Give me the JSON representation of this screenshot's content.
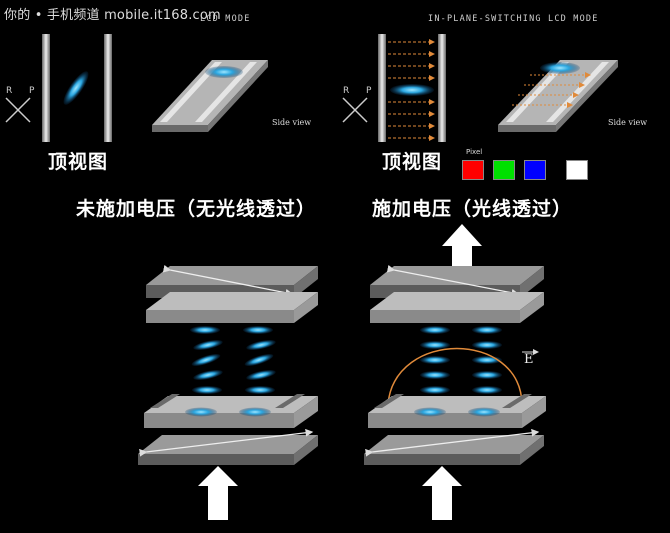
{
  "watermark": "你的 • 手机频道 mobile.it168.com",
  "left_panel": {
    "mode_title": "LCD MODE",
    "top_view_label": "顶视图",
    "side_view_label": "Side view",
    "r_label": "R",
    "p_label": "P",
    "state_label": "未施加电压（无光线透过）"
  },
  "right_panel": {
    "mode_title": "IN-PLANE-SWITCHING LCD MODE",
    "top_view_label": "顶视图",
    "side_view_label": "Side view",
    "r_label": "R",
    "p_label": "P",
    "pixel_label": "Pixel",
    "state_label": "施加电压（光线透过）",
    "field_label": "E"
  },
  "colors": {
    "background": "#000000",
    "liquid_crystal": "#2a9fd8",
    "field_line": "#e08a3a",
    "plate_top": "#8a8a8a",
    "plate_side": "#5a5a5a",
    "pixel_red": "#ff0000",
    "pixel_green": "#00e000",
    "pixel_blue": "#0000ff",
    "pixel_white": "#ffffff"
  }
}
